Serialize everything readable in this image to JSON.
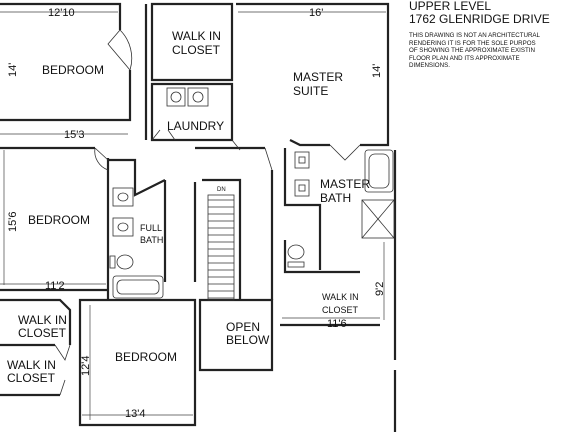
{
  "title": {
    "line1": "UPPER LEVEL",
    "line2": "1762 GLENRIDGE DRIVE"
  },
  "disclaimer": [
    "THIS DRAWING IS NOT AN ARCHITECTURAL",
    "RENDERING IT IS FOR THE SOLE PURPOS",
    "OF SHOWING THE APPROXIMATE EXISTIN",
    "FLOOR PLAN AND ITS APPROXIMATE",
    "DIMENSIONS."
  ],
  "rooms": {
    "bedroom_top_left": "BEDROOM",
    "walk_in_closet_top": [
      "WALK IN",
      "CLOSET"
    ],
    "master_suite": [
      "MASTER",
      "SUITE"
    ],
    "laundry": "LAUNDRY",
    "bedroom_mid_left": "BEDROOM",
    "full_bath": [
      "FULL",
      "BATH"
    ],
    "master_bath": [
      "MASTER",
      "BATH"
    ],
    "walk_in_closet_right": [
      "WALK IN",
      "CLOSET"
    ],
    "walk_in_closet_left_upper": [
      "WALK IN",
      "CLOSET"
    ],
    "walk_in_closet_left_lower": [
      "WALK IN",
      "CLOSET"
    ],
    "open_below": [
      "OPEN",
      "BELOW"
    ],
    "bedroom_bottom": "BEDROOM",
    "stair_dn": "DN"
  },
  "dimensions": {
    "top_left_width": "12'10",
    "top_left_height": "14'",
    "top_left_bottom": "15'3",
    "master_width": "16'",
    "master_height": "14'",
    "mid_left_height": "15'6",
    "mid_left_bottom": "11'2",
    "wic_right_height": "9'2",
    "wic_right_width": "11'6",
    "bottom_bedroom_height": "12'4",
    "bottom_bedroom_width": "13'4"
  }
}
